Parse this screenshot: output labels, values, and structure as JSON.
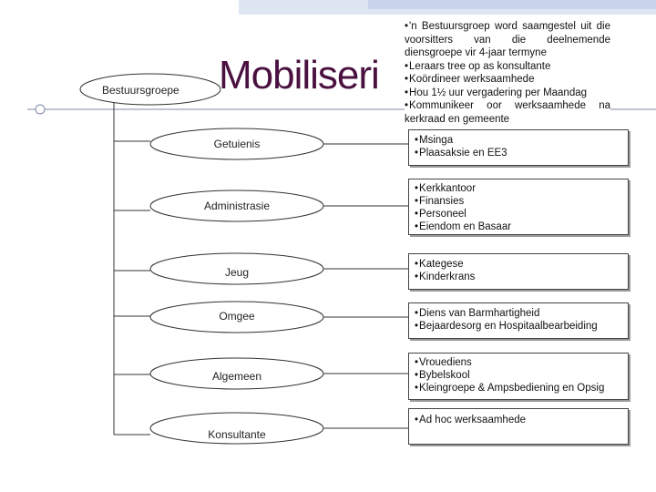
{
  "slide": {
    "title": "Mobiliseri",
    "colors": {
      "title": "#4a1140",
      "accent_bar": "#dfe6f3"
    },
    "root_node": "Bestuursgroepe",
    "root_notes": [
      "'n Bestuursgroep word saamgestel uit die voorsitters van die deelnemende diensgroepe vir 4-jaar termyne",
      "Leraars tree op as konsultante",
      "Koördineer werksaamhede",
      "Hou 1½ uur vergadering per Maandag",
      "Kommunikeer oor werksaamhede na kerkraad en gemeente"
    ],
    "groups": [
      {
        "name": "Getuienis",
        "items": [
          "Msinga",
          "Plaasaksie en EE3"
        ]
      },
      {
        "name": "Administrasie",
        "items": [
          "Kerkkantoor",
          "Finansies",
          "Personeel",
          "Eiendom en Basaar"
        ]
      },
      {
        "name": "Jeug",
        "items": [
          "Kategese",
          "Kinderkrans"
        ]
      },
      {
        "name": "Omgee",
        "items": [
          "Diens van Barmhartigheid",
          "Bejaardesorg en Hospitaalbearbeiding"
        ]
      },
      {
        "name": "Algemeen",
        "items": [
          "Vrouediens",
          "Bybelskool",
          "Kleingroepe & Ampsbediening en Opsig"
        ]
      },
      {
        "name": "Konsultante",
        "items": [
          "Ad hoc werksaamhede"
        ]
      }
    ]
  }
}
